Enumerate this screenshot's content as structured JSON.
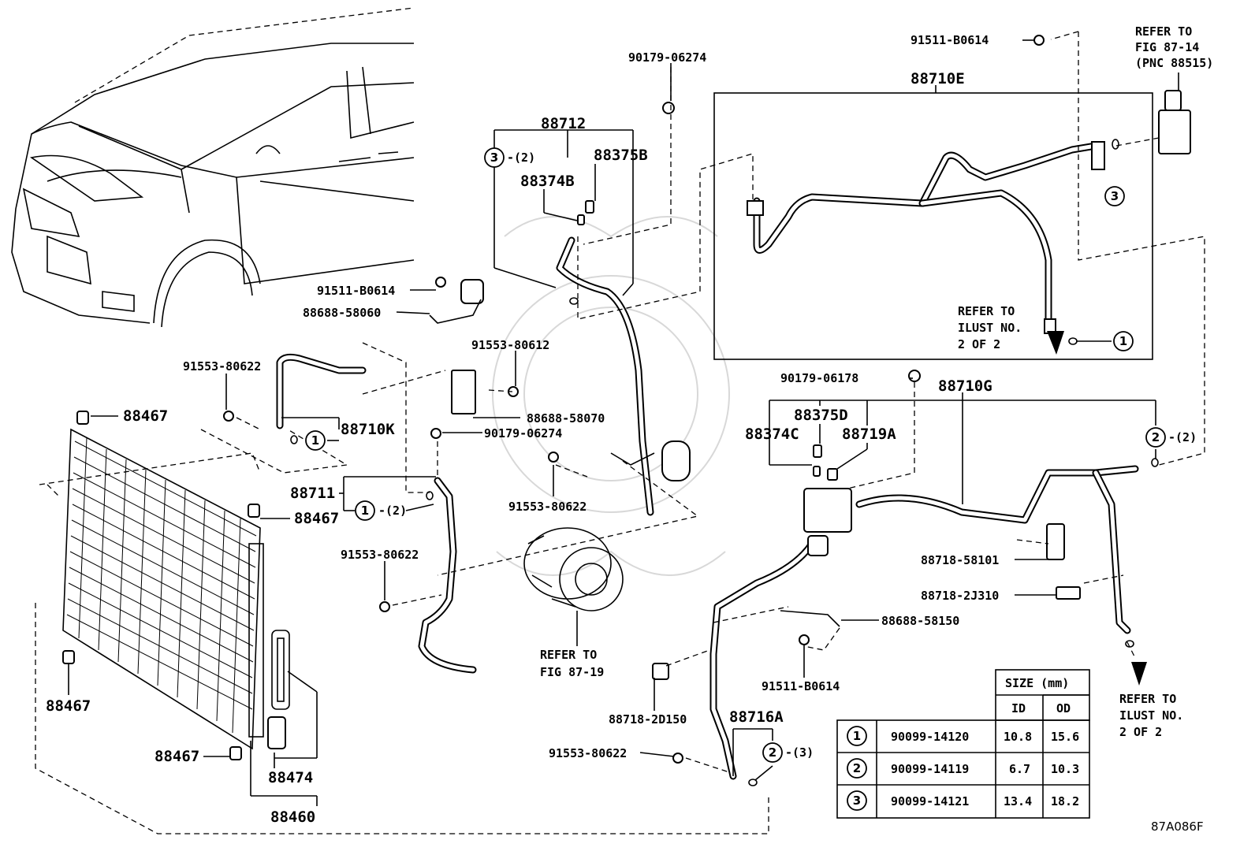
{
  "labels": {
    "p90179_06274_top": "90179-06274",
    "p88712": "88712",
    "p88374B": "88374B",
    "p88375B": "88375B",
    "p91511_B0614_top": "91511-B0614",
    "p88710E": "88710E",
    "p91511_B0614_mid": "91511-B0614",
    "p88688_58060": "88688-58060",
    "p91553_80622_a": "91553-80622",
    "p91553_80612": "91553-80612",
    "p88710K": "88710K",
    "p88688_58070": "88688-58070",
    "p90179_06274_mid": "90179-06274",
    "p88467_a": "88467",
    "p88467_b": "88467",
    "p88467_c": "88467",
    "p88467_d": "88467",
    "p88711": "88711",
    "p91553_80622_b": "91553-80622",
    "p91553_80622_c": "91553-80622",
    "p90179_06178": "90179-06178",
    "p88710G": "88710G",
    "p88375D": "88375D",
    "p88374C": "88374C",
    "p88719A": "88719A",
    "p88718_58101": "88718-58101",
    "p88718_2J310": "88718-2J310",
    "p88688_58150": "88688-58150",
    "p91511_B0614_low": "91511-B0614",
    "p88718_2D150": "88718-2D150",
    "p88716A": "88716A",
    "p91553_80622_d": "91553-80622",
    "p88474": "88474",
    "p88460": "88460"
  },
  "qty": {
    "q3_2": "-(2)",
    "q1_2": "-(2)",
    "q2_2": "-(2)",
    "q2_3": "-(3)"
  },
  "refs": {
    "circle1": "1",
    "circle2": "2",
    "circle3": "3"
  },
  "notes": {
    "fig87_14": [
      "REFER TO",
      "FIG 87-14",
      "(PNC 88515)"
    ],
    "ilust_top": [
      "REFER TO",
      "ILUST NO.",
      "2 OF 2"
    ],
    "fig87_19": [
      "REFER TO",
      "FIG 87-19"
    ],
    "ilust_bottom": [
      "REFER TO",
      "ILUST NO.",
      "2 OF 2"
    ]
  },
  "size_table": {
    "header": "SIZE (mm)",
    "col_id": "ID",
    "col_od": "OD",
    "rows": [
      {
        "ref": "1",
        "part": "90099-14120",
        "id": "10.8",
        "od": "15.6"
      },
      {
        "ref": "2",
        "part": "90099-14119",
        "id": "6.7",
        "od": "10.3"
      },
      {
        "ref": "3",
        "part": "90099-14121",
        "id": "13.4",
        "od": "18.2"
      }
    ]
  },
  "figure_code": "87A086F"
}
